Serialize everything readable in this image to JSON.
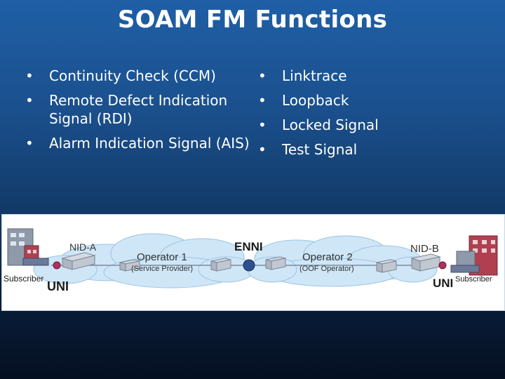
{
  "title": "SOAM FM Functions",
  "left_bullets": [
    "Continuity Check (CCM)",
    "Remote Defect Indication Signal (RDI)",
    "Alarm Indication Signal (AIS)"
  ],
  "right_bullets": [
    "Linktrace",
    "Loopback",
    "Locked Signal",
    "Test Signal"
  ],
  "diagram": {
    "subscriber_left": "Subscriber",
    "nid_a": "NID-A",
    "uni_left": "UNI",
    "operator1": "Operator 1",
    "operator1_role": "(Service Provider)",
    "enni": "ENNI",
    "operator2": "Operator 2",
    "operator2_role": "(OOF Operator)",
    "nid_b": "NID-B",
    "uni_right": "UNI",
    "subscriber_right": "Subscriber"
  },
  "colors": {
    "cloud_fill": "#cfe6f7",
    "connection_point": "#b03060",
    "enni_point": "#2e4f8f"
  }
}
